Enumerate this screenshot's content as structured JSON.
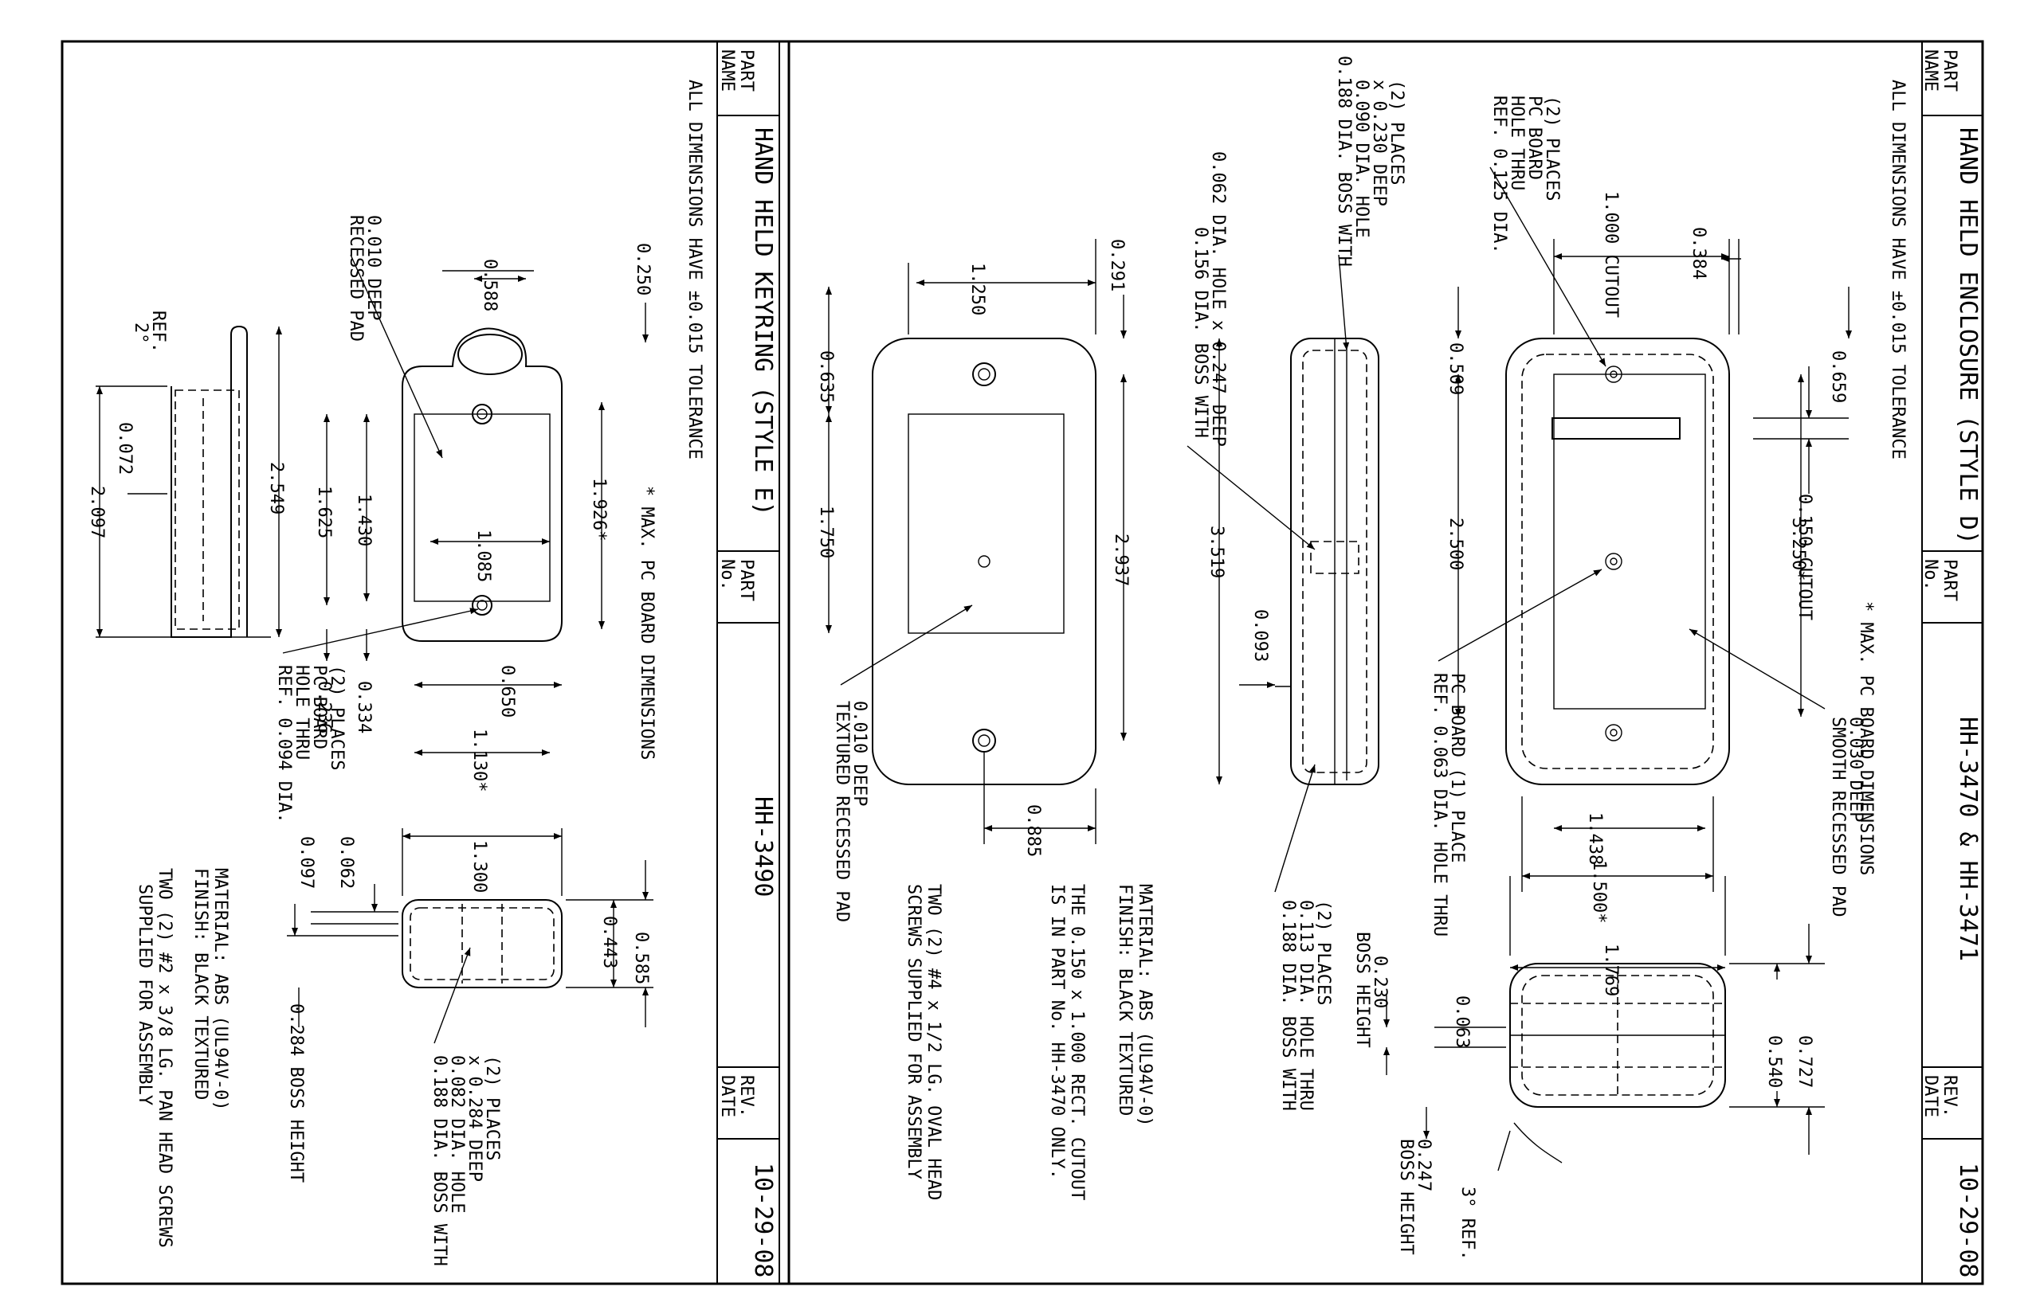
{
  "title_block_right": {
    "part_name_label": "PART\nNAME",
    "part_name": "HAND HELD ENCLOSURE (STYLE D)",
    "part_no_label": "PART\nNo.",
    "part_no": "HH-3470 & HH-3471",
    "rev_date_label": "REV.\nDATE",
    "rev_date": "10-29-08"
  },
  "title_block_left": {
    "part_name_label": "PART\nNAME",
    "part_name": "HAND HELD KEYRING (STYLE E)",
    "part_no_label": "PART\nNo.",
    "part_no": "HH-3490",
    "rev_date_label": "REV.\nDATE",
    "rev_date": "10-29-08"
  },
  "right_sheet": {
    "tolerance_note": "ALL DIMENSIONS HAVE ±0.015 TOLERANCE",
    "pcb_note": "* MAX. PC BOARD DIMENSIONS",
    "material": "MATERIAL: ABS (UL94V-0)",
    "finish": "FINISH: BLACK TEXTURED",
    "cutout_note_1": "THE 0.150 x 1.000 RECT. CUTOUT",
    "cutout_note_2": "IS IN PART No. HH-3470 ONLY.",
    "screws_1": "TWO (2) #4 x 1/2 LG. OVAL HEAD",
    "screws_2": "SCREWS SUPPLIED FOR ASSEMBLY",
    "textured_pad_1": "TEXTURED RECESSED PAD",
    "textured_pad_2": "0.010 DEEP",
    "boss1": [
      "0.188 DIA. BOSS WITH",
      "0.090 DIA. HOLE",
      "x 0.230 DEEP",
      "(2) PLACES"
    ],
    "boss2": [
      "0.156 DIA. BOSS WITH",
      "0.062 DIA. HOLE x 0.247 DEEP"
    ],
    "boss3": [
      "0.188 DIA. BOSS WITH",
      "0.113 DIA. HOLE THRU",
      "(2) PLACES"
    ],
    "ref_hole1": [
      "REF. 0.125 DIA.",
      "HOLE THRU",
      "PC BOARD",
      "(2) PLACES"
    ],
    "ref_hole2": [
      "REF. 0.063 DIA. HOLE THRU",
      "PC BOARD (1) PLACE"
    ],
    "smooth_pad": [
      "SMOOTH RECESSED PAD",
      "0.030 DEEP"
    ],
    "boss_height_1": [
      "0.230",
      "BOSS HEIGHT"
    ],
    "boss_height_2": [
      "0.247",
      "BOSS HEIGHT"
    ],
    "ref_angle": "3° REF.",
    "dims": {
      "d1000": "1.000 CUTOUT",
      "d0384": "0.384",
      "d0659": "0.659",
      "d0150": "0.150 CUTOUT",
      "d0509": "0.509",
      "d2500": "2.500",
      "d3250": "3.250*",
      "d1438": "1.438",
      "d1500": "1.500*",
      "d1769": "1.769",
      "d0063": "0.063",
      "d0540": "0.540",
      "d0727": "0.727",
      "d1250": "1.250",
      "d0291": "0.291",
      "d0635": "0.635",
      "d1750": "1.750",
      "d2937": "2.937",
      "d3519": "3.519",
      "d0093": "0.093",
      "d0885": "0.885"
    }
  },
  "left_sheet": {
    "tolerance_note": "ALL DIMENSIONS HAVE ±0.015 TOLERANCE",
    "pcb_note": "* MAX. PC BOARD DIMENSIONS",
    "recessed_pad": [
      "RECESSED PAD",
      "0.010 DEEP"
    ],
    "ref_hole": [
      "REF. 0.094 DIA.",
      "HOLE THRU",
      "PC BOARD",
      "(2) PLACES"
    ],
    "boss": [
      "0.188 DIA. BOSS WITH",
      "0.082 DIA. HOLE",
      "x 0.284 DEEP",
      "(2) PLACES"
    ],
    "boss_height": "0.284 BOSS HEIGHT",
    "material": "MATERIAL: ABS (UL94V-0)",
    "finish": "FINISH: BLACK TEXTURED",
    "screws_1": "TWO (2) #2 x 3/8 LG. PAN HEAD SCREWS",
    "screws_2": "SUPPLIED FOR ASSEMBLY",
    "ref_angle": [
      "2°",
      "REF."
    ],
    "dims": {
      "d0250": "0.250",
      "d0588": "0.588",
      "d1926": "1.926*",
      "d1085": "1.085",
      "d1430": "1.430",
      "d1625": "1.625",
      "d2549": "2.549",
      "d0072": "0.072",
      "d2097": "2.097",
      "d0650": "0.650",
      "d1130": "1.130*",
      "d0236": "0.236",
      "d0334": "0.334",
      "d1300": "1.300",
      "d0062": "0.062",
      "d0097": "0.097",
      "d0443": "0.443",
      "d0585": "0.585"
    }
  }
}
